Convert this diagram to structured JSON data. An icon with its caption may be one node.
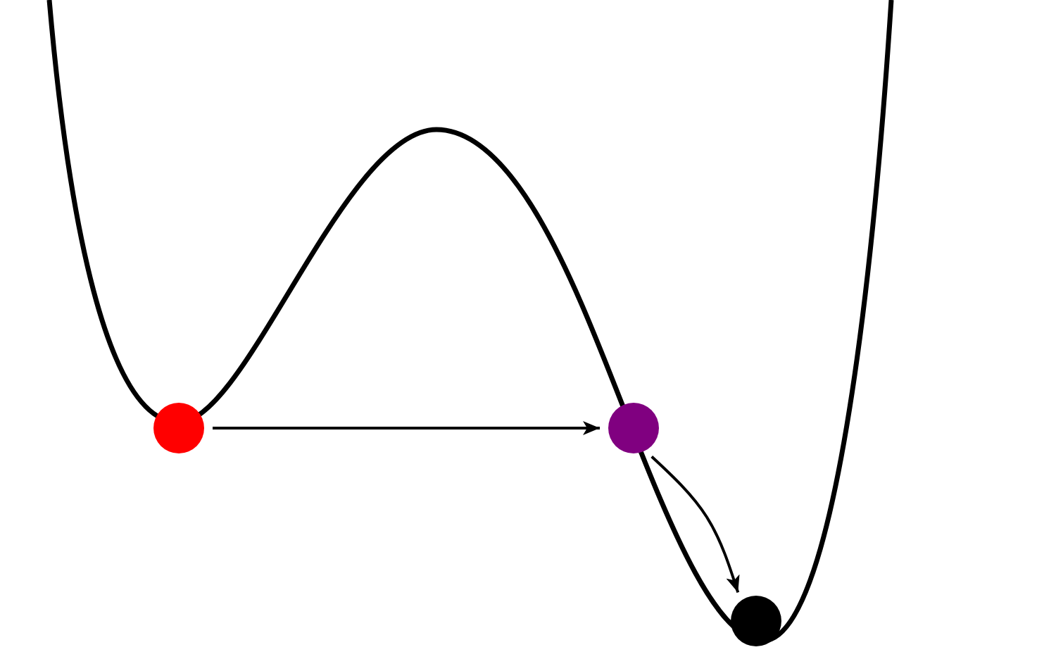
{
  "diagram": {
    "nodes": [
      {
        "text": [],
        "shape": "circle"
      },
      {
        "text": [],
        "shape": "circle"
      },
      {
        "text": [],
        "shape": "circle"
      }
    ],
    "edges": [
      {
        "from": 0,
        "to": 1,
        "arrow": "to"
      },
      {
        "from": 1,
        "to": 2,
        "arrow": "to"
      }
    ]
  }
}
